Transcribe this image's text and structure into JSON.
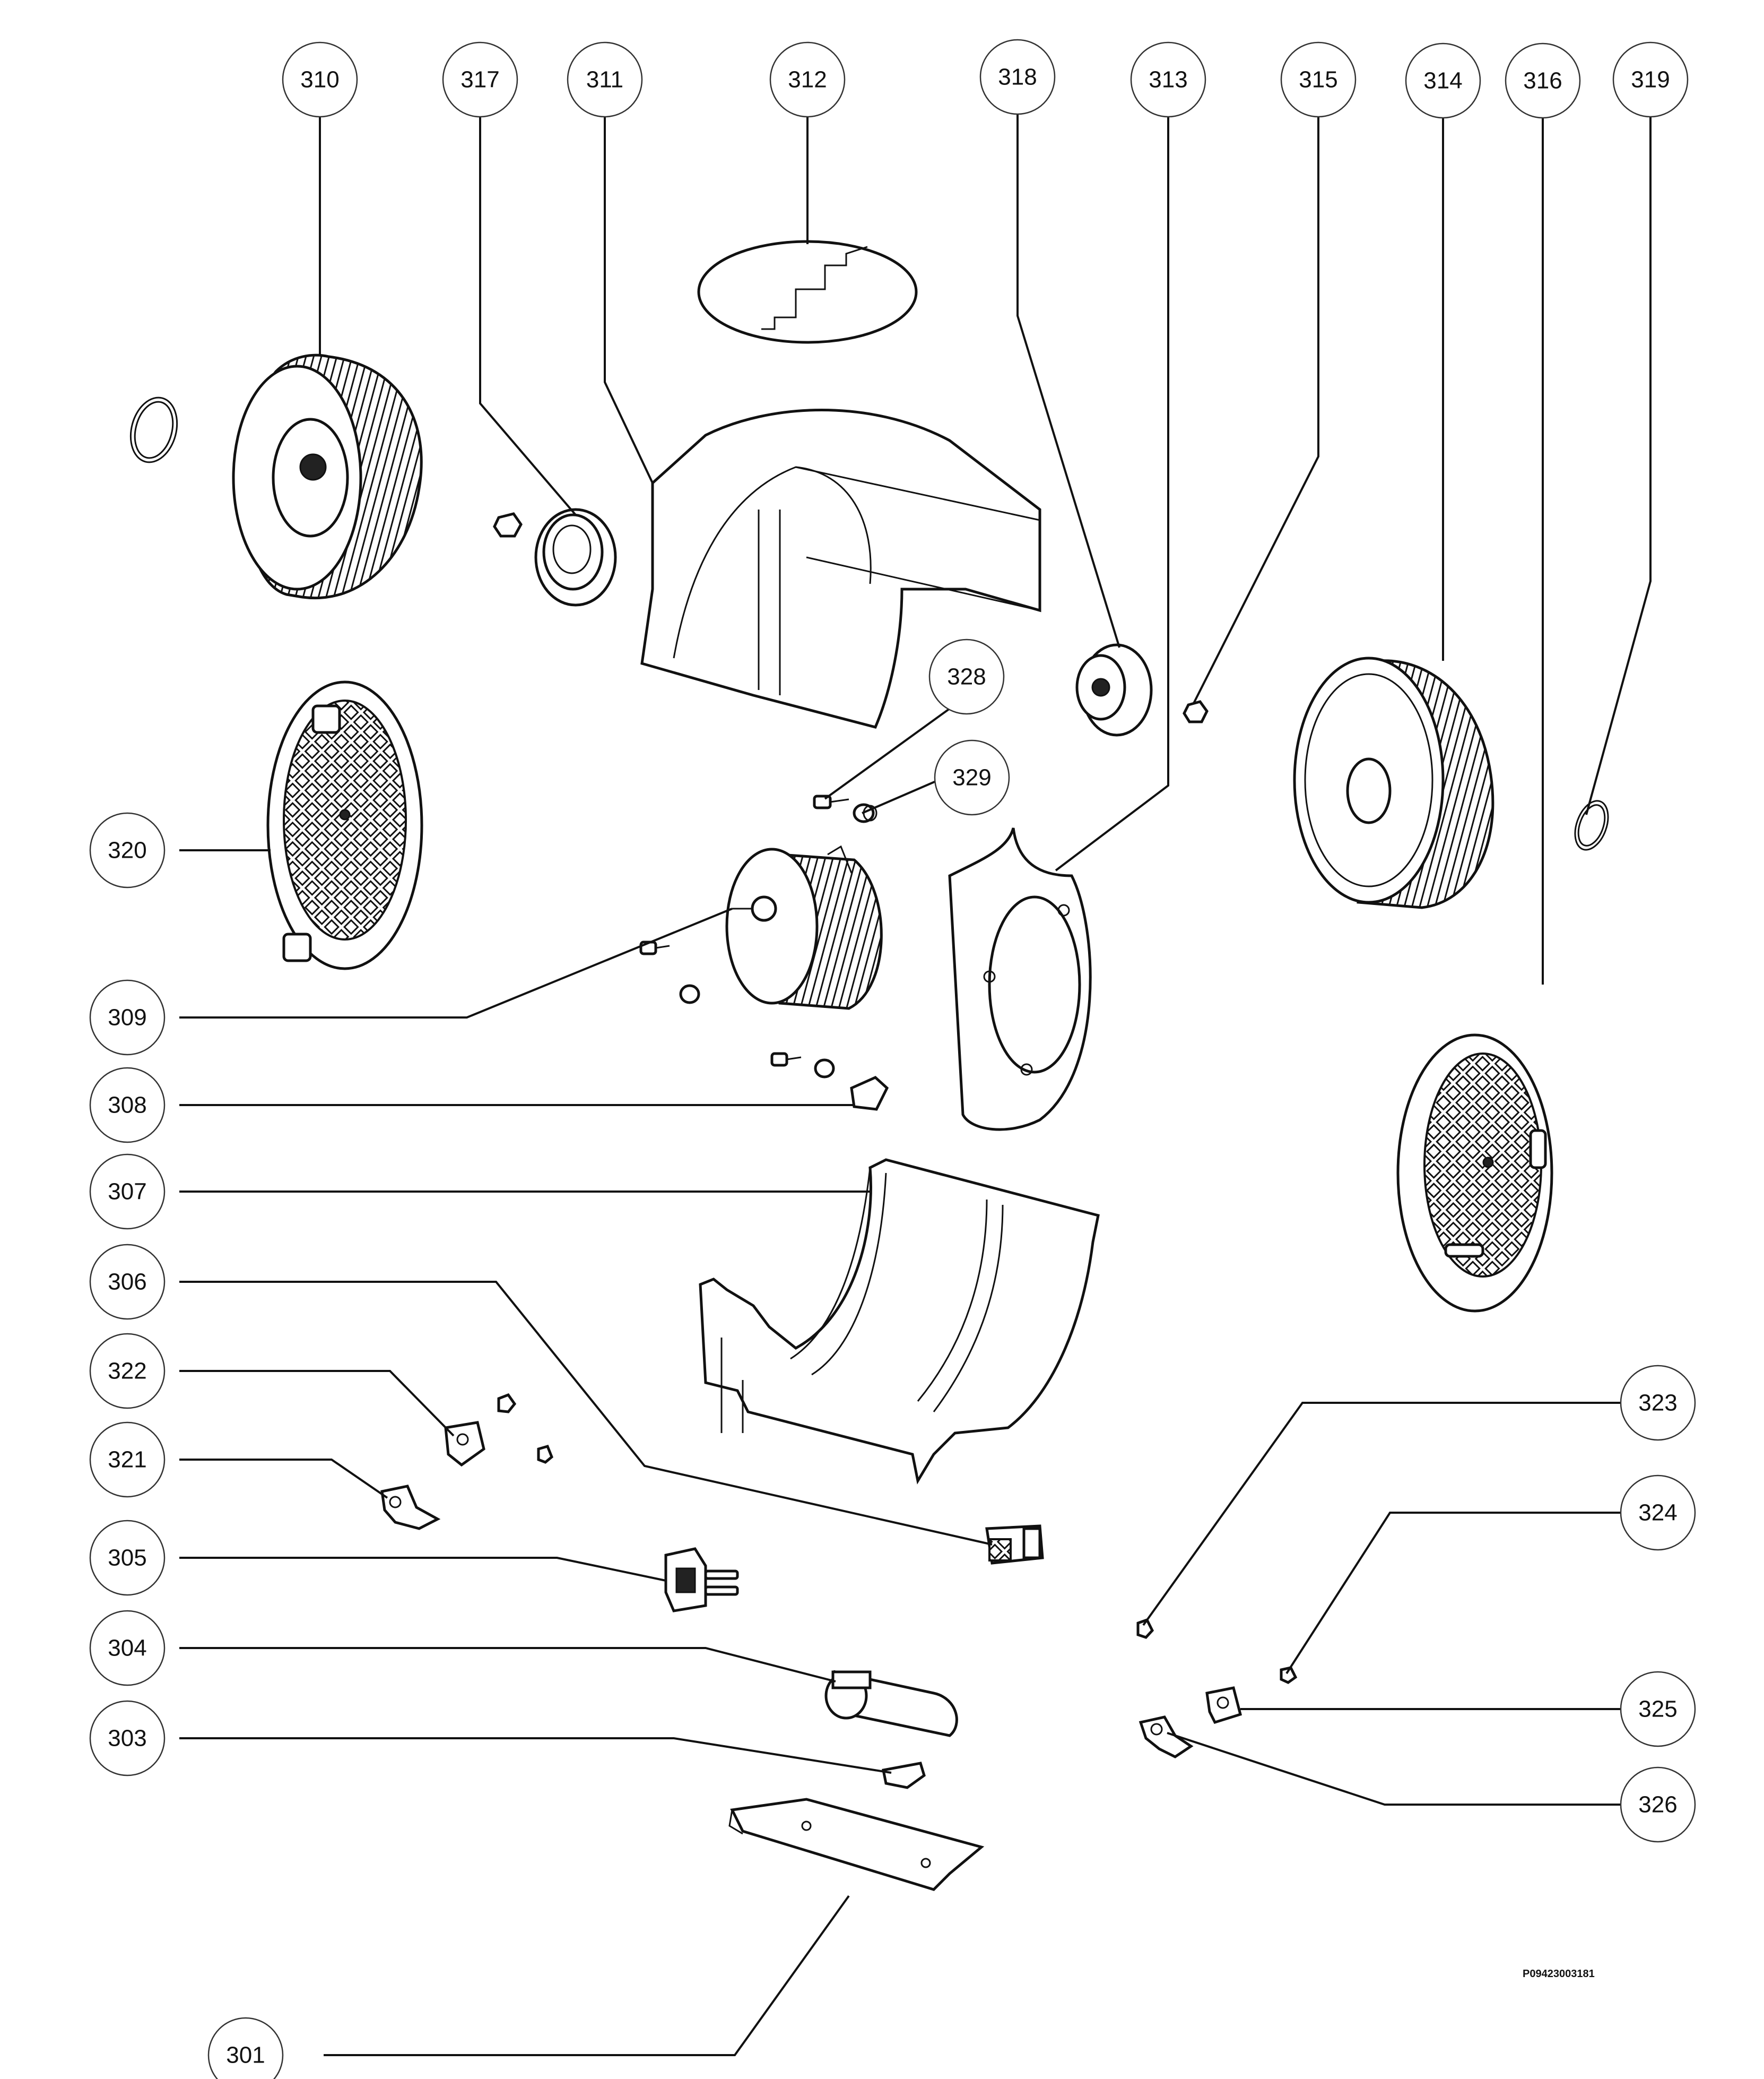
{
  "callouts": [
    {
      "id": "310",
      "label": "310"
    },
    {
      "id": "317",
      "label": "317"
    },
    {
      "id": "311",
      "label": "311"
    },
    {
      "id": "312",
      "label": "312"
    },
    {
      "id": "318",
      "label": "318"
    },
    {
      "id": "313",
      "label": "313"
    },
    {
      "id": "315",
      "label": "315"
    },
    {
      "id": "314",
      "label": "314"
    },
    {
      "id": "316",
      "label": "316"
    },
    {
      "id": "319",
      "label": "319"
    },
    {
      "id": "328",
      "label": "328"
    },
    {
      "id": "329",
      "label": "329"
    },
    {
      "id": "320",
      "label": "320"
    },
    {
      "id": "309",
      "label": "309"
    },
    {
      "id": "308",
      "label": "308"
    },
    {
      "id": "307",
      "label": "307"
    },
    {
      "id": "306",
      "label": "306"
    },
    {
      "id": "322",
      "label": "322"
    },
    {
      "id": "321",
      "label": "321"
    },
    {
      "id": "305",
      "label": "305"
    },
    {
      "id": "304",
      "label": "304"
    },
    {
      "id": "303",
      "label": "303"
    },
    {
      "id": "301",
      "label": "301"
    },
    {
      "id": "323",
      "label": "323"
    },
    {
      "id": "324",
      "label": "324"
    },
    {
      "id": "325",
      "label": "325"
    },
    {
      "id": "326",
      "label": "326"
    }
  ],
  "drawing_code": "P09423003181"
}
